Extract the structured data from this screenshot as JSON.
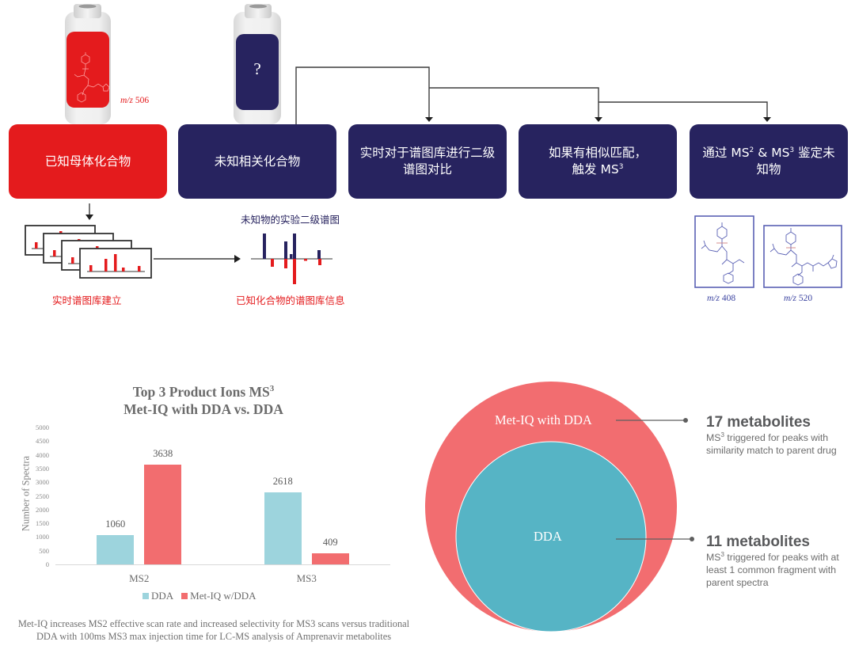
{
  "workflow": {
    "vials": {
      "known": {
        "mz_italic": "m/z",
        "mz_value": "506",
        "liquid_color": "#e41b1d"
      },
      "unknown": {
        "symbol": "?",
        "liquid_color": "#27235f"
      }
    },
    "steps": [
      {
        "id": "known-parent",
        "text": "已知母体化合物"
      },
      {
        "id": "unknown-related",
        "text": "未知相关化合物"
      },
      {
        "id": "realtime-compare",
        "text": "实时对于谱图库进行二级谱图对比"
      },
      {
        "id": "trigger-ms3",
        "line1": "如果有相似匹配，",
        "line2": "触发 MS",
        "line2_sup": "3"
      },
      {
        "id": "identify",
        "part1": "通过 MS",
        "sup1": "2",
        "part2": " & MS",
        "sup2": "3",
        "part3": " 鉴定未知物"
      }
    ],
    "library": {
      "caption": "实时谱图库建立"
    },
    "comparison": {
      "title": "未知物的实验二级谱图",
      "caption": "已知化合物的谱图库信息"
    },
    "products": [
      {
        "mz_italic": "m/z",
        "mz_value": "408"
      },
      {
        "mz_italic": "m/z",
        "mz_value": "520"
      }
    ],
    "colors": {
      "red": "#e41b1d",
      "navy": "#27235f",
      "structure": "#5a61b4"
    }
  },
  "chart": {
    "title_line1": "Top 3 Product Ions MS",
    "title_sup": "3",
    "title_line2": "Met-IQ with DDA vs. DDA",
    "caption": "Met-IQ increases MS2 effective scan rate and increased selectivity  for MS3 scans versus traditional DDA with 100ms MS3 max injection time for LC-MS analysis of Amprenavir metabolites"
  },
  "chart_data": {
    "type": "bar",
    "title": "Top 3 Product Ions MS³ Met-IQ with DDA vs. DDA",
    "categories": [
      "MS2",
      "MS3"
    ],
    "series": [
      {
        "name": "DDA",
        "values": [
          1060,
          2618
        ],
        "color": "#9dd4dd"
      },
      {
        "name": "Met-IQ w/DDA",
        "values": [
          3638,
          409
        ],
        "color": "#f26d6f"
      }
    ],
    "xlabel": "",
    "ylabel": "Number of Spectra",
    "ylim": [
      0,
      5000
    ],
    "yticks": [
      0,
      500,
      1000,
      1500,
      2000,
      2500,
      3000,
      3500,
      4000,
      4500,
      5000
    ],
    "grid": false,
    "legend_position": "bottom",
    "data_labels": true
  },
  "venn": {
    "outer_label": "Met-IQ with DDA",
    "inner_label": "DDA",
    "outer_color": "#f26d70",
    "inner_color": "#56b4c5",
    "callouts": [
      {
        "count": "17 metabolites",
        "desc_pre": "MS",
        "desc_sup": "3",
        "desc": " triggered for peaks with similarity match to parent drug"
      },
      {
        "count": "11 metabolites",
        "desc_pre": "MS",
        "desc_sup": "3",
        "desc": " triggered for peaks with at least 1 common fragment with parent spectra"
      }
    ]
  }
}
